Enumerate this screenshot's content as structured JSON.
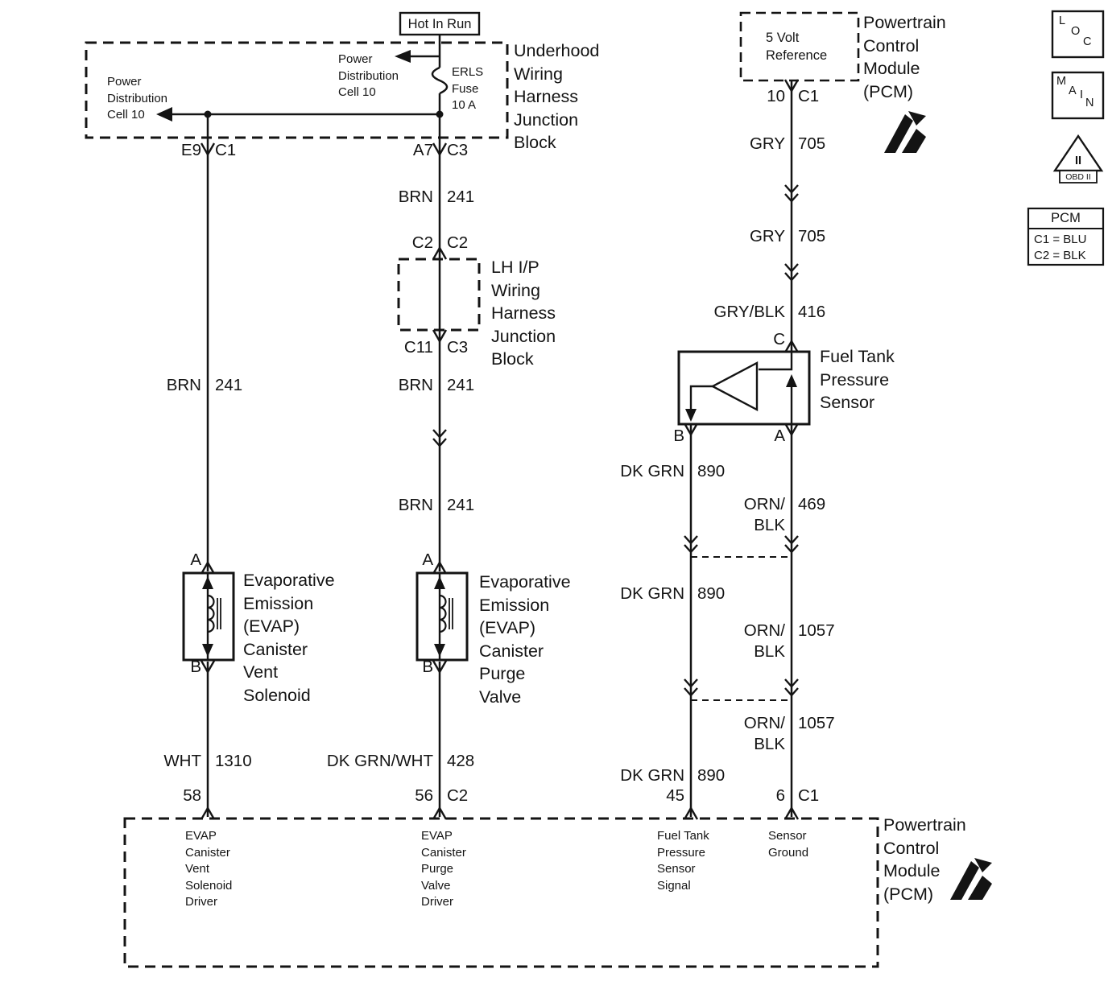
{
  "palette": {
    "ink": "#141414",
    "paper": "#ffffff"
  },
  "top": {
    "hot_in_run": "Hot In Run",
    "power_dist_left": "Power\nDistribution\nCell 10",
    "power_dist_mid": "Power\nDistribution\nCell 10",
    "fuse": "ERLS\nFuse\n10 A",
    "underhood_block": "Underhood\nWiring\nHarness\nJunction\nBlock"
  },
  "blocks": {
    "lh_ip": "LH I/P\nWiring\nHarness\nJunction\nBlock",
    "five_volt": "5 Volt\nReference",
    "pcm_top": "Powertrain\nControl\nModule\n(PCM)",
    "fuel_tank_sensor": "Fuel Tank\nPressure\nSensor",
    "evap_vent": "Evaporative\nEmission\n(EVAP)\nCanister\nVent\nSolenoid",
    "evap_purge": "Evaporative\nEmission\n(EVAP)\nCanister\nPurge\nValve",
    "pcm_bottom": "Powertrain\nControl\nModule\n(PCM)"
  },
  "connectors": {
    "e9": "E9",
    "c1_a": "C1",
    "a7": "A7",
    "c3_a": "C3",
    "c2_a": "C2",
    "c2_b": "C2",
    "c11": "C11",
    "c3_b": "C3",
    "pin_10": "10",
    "c1_b": "C1",
    "c": "C",
    "b_sensor": "B",
    "a_sensor": "A",
    "a_vent": "A",
    "b_vent": "B",
    "a_purge": "A",
    "b_purge": "B",
    "pin_58": "58",
    "pin_56": "56",
    "c2_c": "C2",
    "pin_45": "45",
    "pin_6": "6",
    "c1_c": "C1"
  },
  "wires": {
    "brn_241_1": {
      "color": "BRN",
      "circuit": "241"
    },
    "brn_241_2": {
      "color": "BRN",
      "circuit": "241"
    },
    "brn_241_3": {
      "color": "BRN",
      "circuit": "241"
    },
    "brn_241_4": {
      "color": "BRN",
      "circuit": "241"
    },
    "wht_1310": {
      "color": "WHT",
      "circuit": "1310"
    },
    "dkgrn_wht_428": {
      "color": "DK GRN/WHT",
      "circuit": "428"
    },
    "gry_705_1": {
      "color": "GRY",
      "circuit": "705"
    },
    "gry_705_2": {
      "color": "GRY",
      "circuit": "705"
    },
    "gry_blk_416": {
      "color": "GRY/BLK",
      "circuit": "416"
    },
    "dk_grn_890_1": {
      "color": "DK GRN",
      "circuit": "890"
    },
    "dk_grn_890_2": {
      "color": "DK GRN",
      "circuit": "890"
    },
    "dk_grn_890_3": {
      "color": "DK GRN",
      "circuit": "890"
    },
    "orn_blk_469": {
      "color": "ORN/\nBLK",
      "circuit": "469"
    },
    "orn_blk_1057_1": {
      "color": "ORN/\nBLK",
      "circuit": "1057"
    },
    "orn_blk_1057_2": {
      "color": "ORN/\nBLK",
      "circuit": "1057"
    }
  },
  "pcm_pins": {
    "vent_driver": "EVAP\nCanister\nVent\nSolenoid\nDriver",
    "purge_driver": "EVAP\nCanister\nPurge\nValve\nDriver",
    "ftp_signal": "Fuel Tank\nPressure\nSensor\nSignal",
    "sensor_ground": "Sensor\nGround"
  },
  "corner": {
    "loc": [
      "L",
      "O",
      "C"
    ],
    "main": [
      "M",
      "A",
      "I",
      "N"
    ],
    "obd_mark": "II",
    "obd_label": "OBD II",
    "legend_title": "PCM",
    "legend_rows": [
      "C1 = BLU",
      "C2 = BLK"
    ]
  }
}
